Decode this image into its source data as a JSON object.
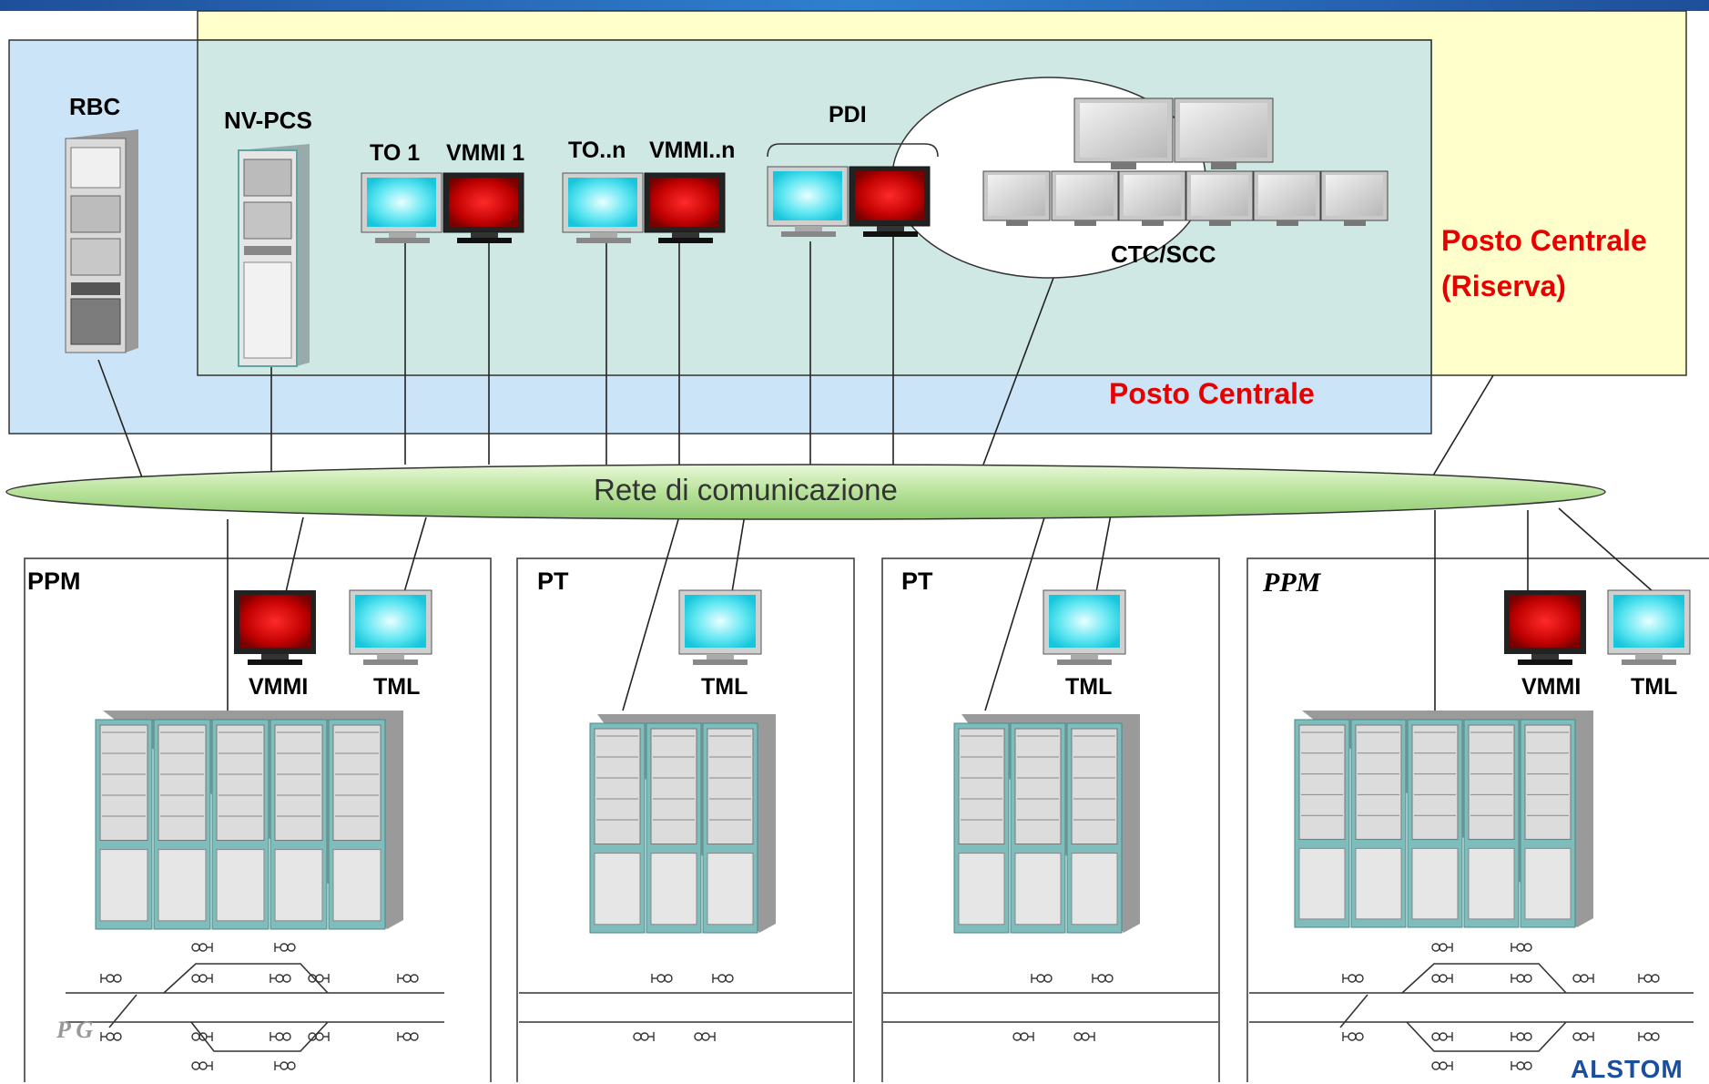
{
  "labels": {
    "rbc": "RBC",
    "nvpcs": "NV-PCS",
    "to1": "TO 1",
    "vmmi1": "VMMI 1",
    "ton": "TO..n",
    "vmmin": "VMMI..n",
    "pdi": "PDI",
    "ctc": "CTC/SCC",
    "riserva1": "Posto Centrale",
    "riserva2": "(Riserva)",
    "centrale": "Posto Centrale",
    "rete": "Rete di comunicazione",
    "ppm1": "PPM",
    "pt1": "PT",
    "pt2": "PT",
    "ppm2": "PPM",
    "vmmi_a": "VMMI",
    "tml_a": "TML",
    "tml_b": "TML",
    "tml_c": "TML",
    "vmmi_d": "VMMI",
    "tml_d": "TML",
    "pg": "P G",
    "logo": "ALSTOM"
  },
  "colors": {
    "reserve_fill": "#ffffcc",
    "central_fill": "#cce4f7",
    "inner_fill": "#cfe8e4",
    "network_fill": "#c6e8a8",
    "title_red": "#e60000",
    "monitor_cyan": "#33e0ee",
    "monitor_red": "#c00000",
    "logo_blue": "#1a4fa0"
  },
  "icons": {
    "terminal": "cyan-monitor-icon",
    "vmmi": "red-monitor-icon",
    "ctc": "grey-monitor-icon",
    "cabinet": "server-rack-icon",
    "signal": "track-signal-icon"
  }
}
